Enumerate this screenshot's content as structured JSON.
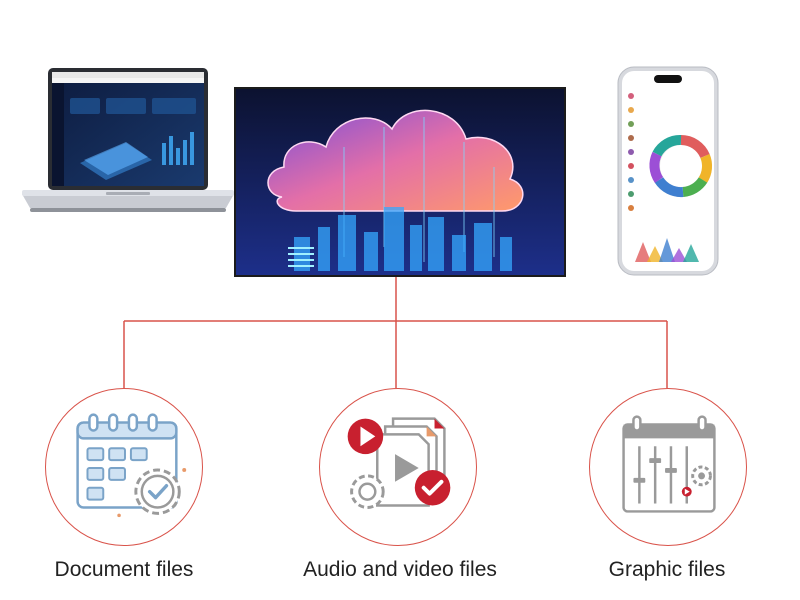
{
  "colors": {
    "accent": "#c8202f",
    "connector": "#d9534a",
    "icon_gray": "#9a9a9a",
    "icon_blue": "#cfe2f3",
    "icon_blue_stroke": "#7aa3c8"
  },
  "devices": [
    {
      "name": "laptop",
      "icon": "laptop-screen-dashboard"
    },
    {
      "name": "monitor",
      "icon": "monitor-cloud-computing"
    },
    {
      "name": "phone",
      "icon": "smartphone-data-app"
    }
  ],
  "categories": [
    {
      "label": "Document files",
      "icon": "calendar-gear-check-icon"
    },
    {
      "label": "Audio and video files",
      "icon": "media-files-play-check-icon"
    },
    {
      "label": "Graphic files",
      "icon": "calendar-sliders-gear-icon"
    }
  ]
}
